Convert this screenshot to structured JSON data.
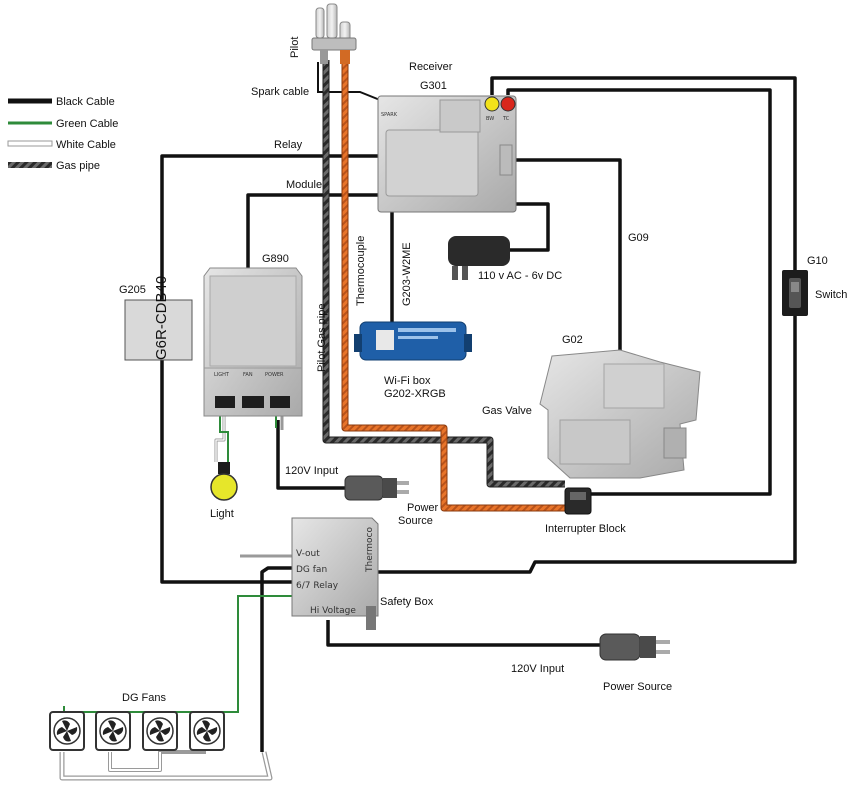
{
  "legend": {
    "black": "Black Cable",
    "green": "Green Cable",
    "white": "White Cable",
    "gas": "Gas pipe"
  },
  "labels": {
    "pilot": "Pilot",
    "spark_cable": "Spark cable",
    "receiver": "Receiver",
    "g301": "G301",
    "relay": "Relay",
    "module": "Module",
    "thermocouple": "Thermocouple",
    "g203": "G203-W2ME",
    "adapter": "110 v AC - 6v DC",
    "g09": "G09",
    "g10": "G10",
    "switch": "Switch",
    "g890": "G890",
    "g205": "G205",
    "g6r": "G6R-CDB40",
    "pilot_gas_pipe": "Pilot Gas pipe",
    "wifi_box": "Wi-Fi box",
    "g202": "G202-XRGB",
    "g02": "G02",
    "gas_valve": "Gas Valve",
    "light": "Light",
    "input_120v_1": "120V Input",
    "power_source_1": "Power",
    "power_source_1b": "Source",
    "interrupter": "Interrupter Block",
    "vout": "V-out",
    "dgfan": "DG fan",
    "relay_67": "6/7 Relay",
    "thermoco": "Thermoco",
    "hi_voltage": "Hi Voltage",
    "safety_box": "Safety Box",
    "input_120v_2": "120V Input",
    "power_source_2": "Power Source",
    "dg_fans": "DG Fans",
    "bw": "BW",
    "tc": "TC",
    "spark_tag": "SPARK",
    "light_tag": "LIGHT",
    "fan_tag": "FAN",
    "power_tag": "POWER"
  },
  "colors": {
    "black_cable": "#111111",
    "green_cable": "#2e8b3a",
    "white_cable": "#d8d8d8",
    "gas_pipe": "#555555",
    "thermocouple": "#e8742a",
    "light_bulb": "#e6e62a",
    "wifi_box": "#1f5fa8",
    "receiver_yellow": "#f2e21a",
    "receiver_red": "#d9261c"
  }
}
